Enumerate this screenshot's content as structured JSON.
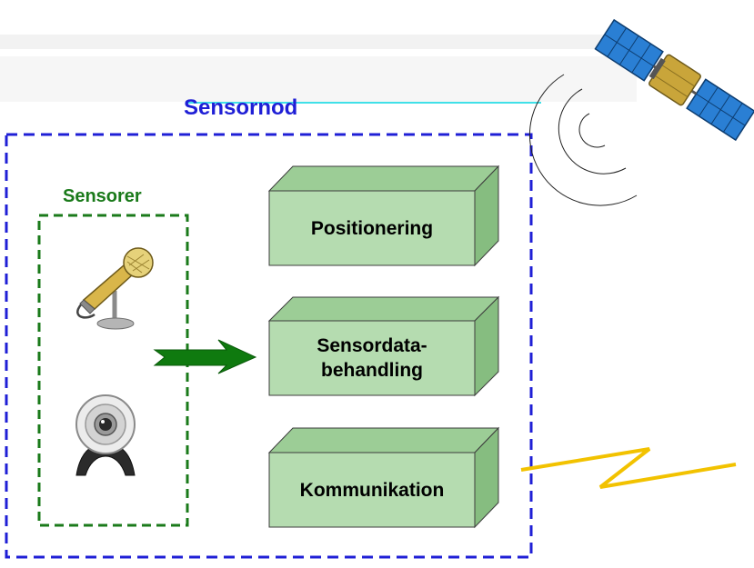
{
  "diagram": {
    "node_title": "Sensornod",
    "sensors_title": "Sensorer",
    "modules": [
      {
        "label": "Positionering"
      },
      {
        "label": "Sensordata-\nbehandling"
      },
      {
        "label": "Kommunikation"
      }
    ],
    "colors": {
      "node_border": "#1f1fd6",
      "node_title": "#1f1fd6",
      "sensors_border": "#1a7a1a",
      "sensors_title": "#1a7a1a",
      "box_front": "#b5dcb0",
      "box_top": "#9ccd96",
      "box_side": "#86bd80",
      "box_stroke": "#3d3d3d",
      "arrow": "#0f7a0f",
      "radio_link": "#f2c200",
      "satellite_panel": "#2a7fd4",
      "satellite_body": "#c9a53a"
    },
    "icons": {
      "microphone": "microphone-icon",
      "webcam": "webcam-icon",
      "satellite": "satellite-icon",
      "signal_waves": "signal-waves-icon",
      "radio_link": "radio-link-icon",
      "arrow": "arrow-right-icon"
    }
  }
}
